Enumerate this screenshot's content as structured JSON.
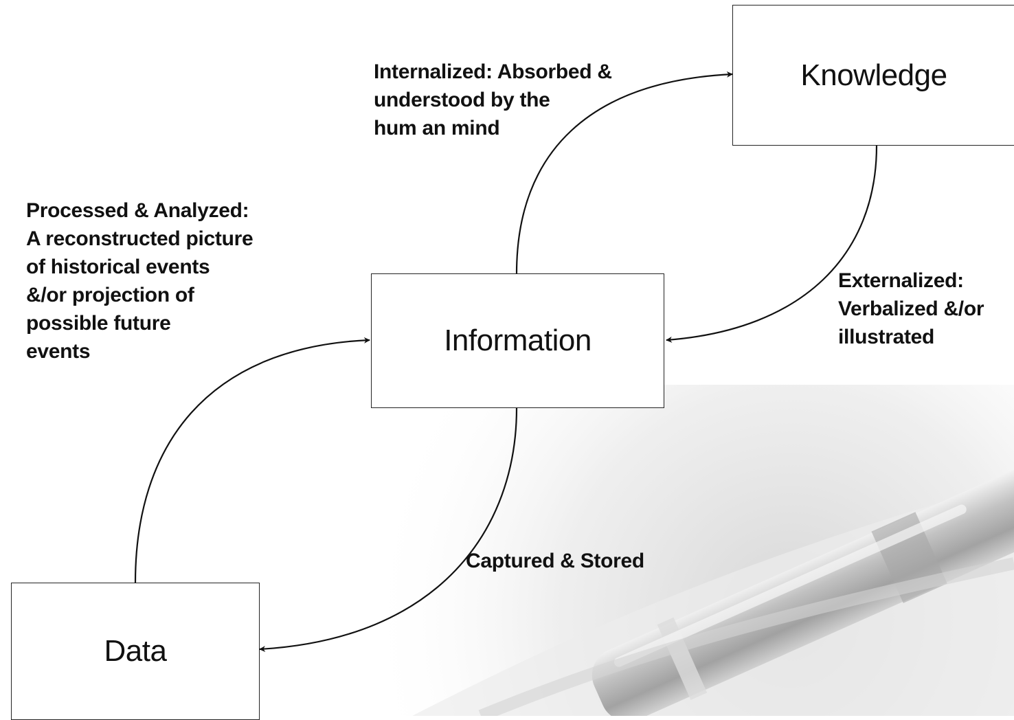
{
  "diagram": {
    "nodes": {
      "knowledge": "Knowledge",
      "information": "Information",
      "data": "Data"
    },
    "captions": {
      "internalized": "Internalized: Absorbed &\nunderstood by the\nhum an mind",
      "processed": "Processed & Analyzed:\nA reconstructed picture\nof historical events\n&/or projection of\npossible future\nevents",
      "externalized": "Externalized:\nVerbalized &/or\nillustrated",
      "captured": "Captured & Stored"
    },
    "background": "gray fountain pen photograph, lower right"
  }
}
